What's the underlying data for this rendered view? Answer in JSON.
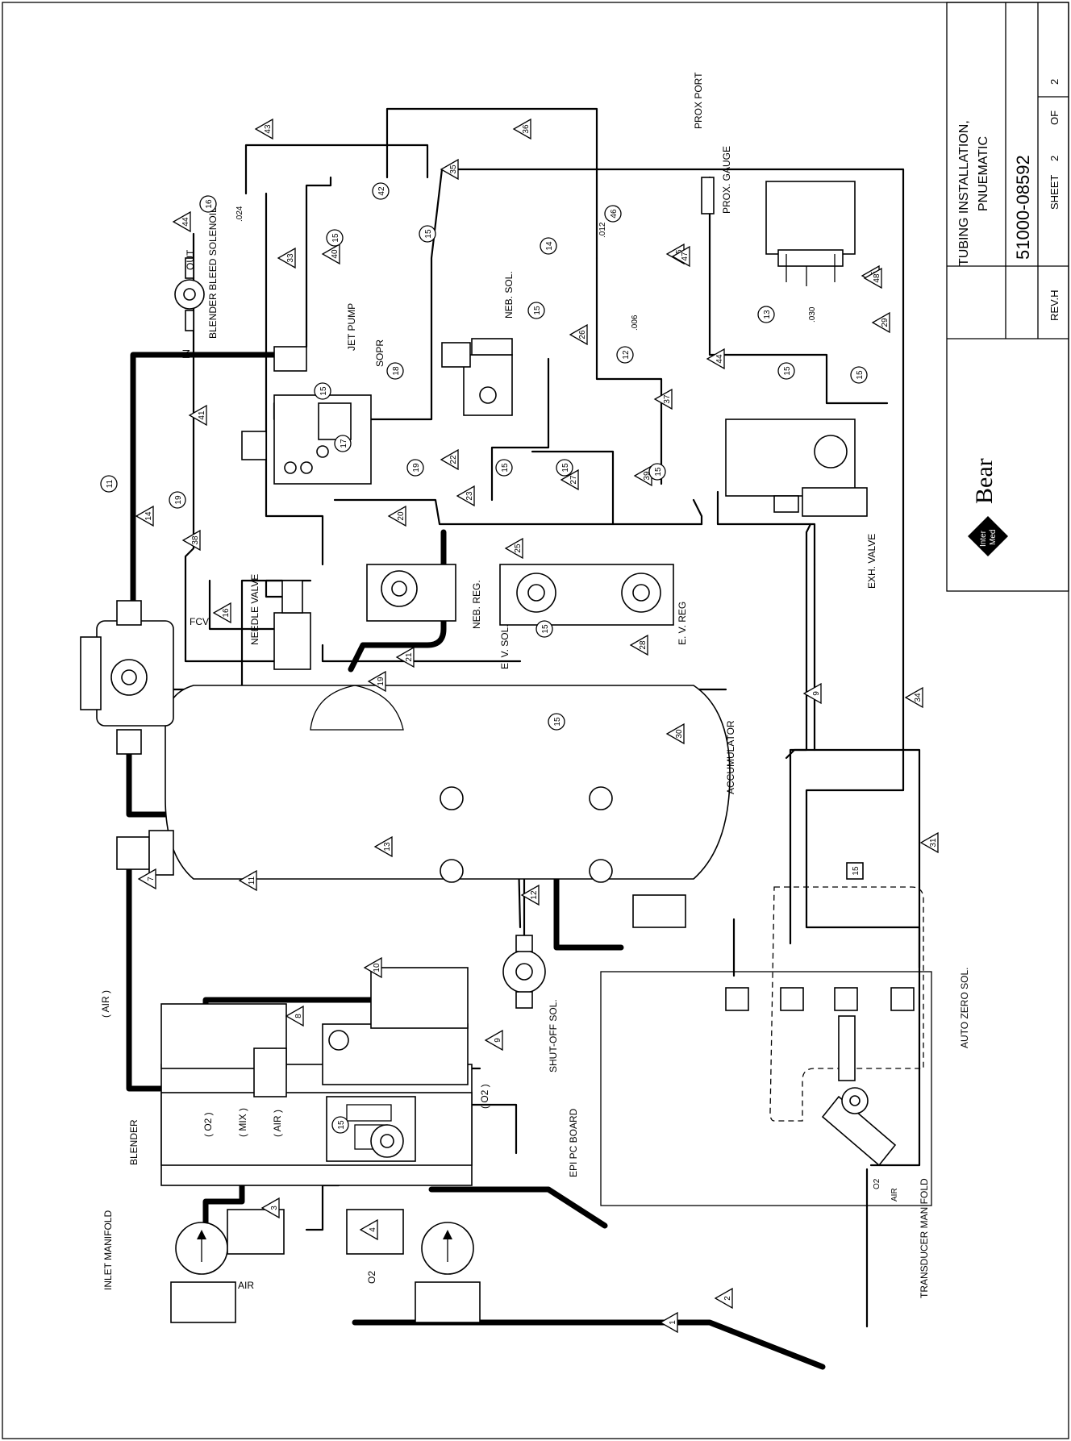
{
  "title_block": {
    "title_line1": "TUBING INSTALLATION,",
    "title_line2": "PNUEMATIC",
    "part_number": "51000-08592",
    "sheet_label": "SHEET",
    "sheet_number": "2",
    "of_label": "OF",
    "sheet_total": "2",
    "revision": "REV.H",
    "logo_text": "Bear",
    "logo_badge_line1": "Inter",
    "logo_badge_line2": "Med"
  },
  "labels": {
    "inlet_manifold": "INLET MANIFOLD",
    "blender": "BLENDER",
    "air_top": "( AIR )",
    "o2_port": "( O2 )",
    "mix_port": "( MIX )",
    "air_port": "( AIR )",
    "air_bottom": "AIR",
    "o2_bottom": "O2",
    "o2_reg": "( O2 )",
    "epi_pc_board": "EPI PC BOARD",
    "shut_off_sol": "SHUT-OFF SOL.",
    "transducer_manifold": "TRANSDUCER MANIFOLD",
    "auto_zero_sol": "AUTO ZERO SOL.",
    "accumulator": "ACCUMULATOR",
    "fcv": "FCV",
    "needle_valve": "NEEDLE VALVE",
    "jet_pump": "JET PUMP",
    "sopr": "SOPR",
    "blender_bleed_solenoid": "BLENDER BLEED SOLENOID",
    "in": "IN",
    "out": "OUT",
    "neb_sol": "NEB. SOL.",
    "neb_reg": "NEB. REG.",
    "ev_sol": "E. V. SOL.",
    "ev_reg": "E. V. REG",
    "exh_valve": "EXH. VALVE",
    "prox_port": "PROX PORT",
    "prox_gauge": "PROX. GAUGE",
    "orifice_012": ".012",
    "orifice_024": ".024",
    "orifice_006": ".006",
    "orifice_030": ".030",
    "tr_o2": "O2",
    "tr_air": "AIR"
  },
  "triangles": [
    "1",
    "2",
    "3",
    "4",
    "7",
    "8",
    "9",
    "9",
    "10",
    "11",
    "12",
    "13",
    "14",
    "16",
    "19",
    "20",
    "21",
    "22",
    "23",
    "25",
    "26",
    "27",
    "28",
    "29",
    "30",
    "31",
    "33",
    "34",
    "35",
    "35",
    "36",
    "37",
    "38",
    "39",
    "40",
    "41",
    "43",
    "44",
    "44",
    "45",
    "47",
    "48"
  ],
  "circles": [
    "11",
    "12",
    "13",
    "14",
    "15",
    "15",
    "15",
    "15",
    "15",
    "15",
    "15",
    "15",
    "15",
    "15",
    "15",
    "15",
    "16",
    "17",
    "18",
    "19",
    "19",
    "42",
    "46"
  ],
  "boxed": [
    "15"
  ]
}
